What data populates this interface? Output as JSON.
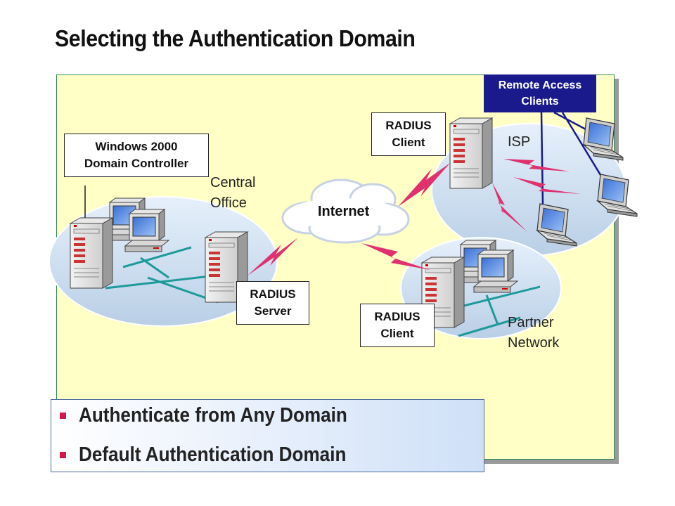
{
  "title": "Selecting the Authentication Domain",
  "labels": {
    "domain_controller": [
      "Windows 2000",
      "Domain Controller"
    ],
    "central_office": [
      "Central",
      "Office"
    ],
    "radius_client_isp": [
      "RADIUS",
      "Client"
    ],
    "isp": "ISP",
    "remote_access": [
      "Remote Access",
      "Clients"
    ],
    "internet": "Internet",
    "radius_server": [
      "RADIUS",
      "Server"
    ],
    "radius_client_partner": [
      "RADIUS",
      "Client"
    ],
    "partner_network": [
      "Partner",
      "Network"
    ]
  },
  "bullets": [
    "Authenticate from Any Domain",
    "Default Authentication Domain"
  ],
  "colors": {
    "panel": "#ffffc6",
    "remote_box": "#1a1a8c",
    "bullet": "#d11a4a",
    "lightning": "#e0306e",
    "network_line": "#1e9a9a",
    "blue_line": "#1a1a8c"
  },
  "icons": [
    "server-icon",
    "workstation-icon",
    "laptop-icon",
    "cloud-icon",
    "lightning-icon"
  ]
}
